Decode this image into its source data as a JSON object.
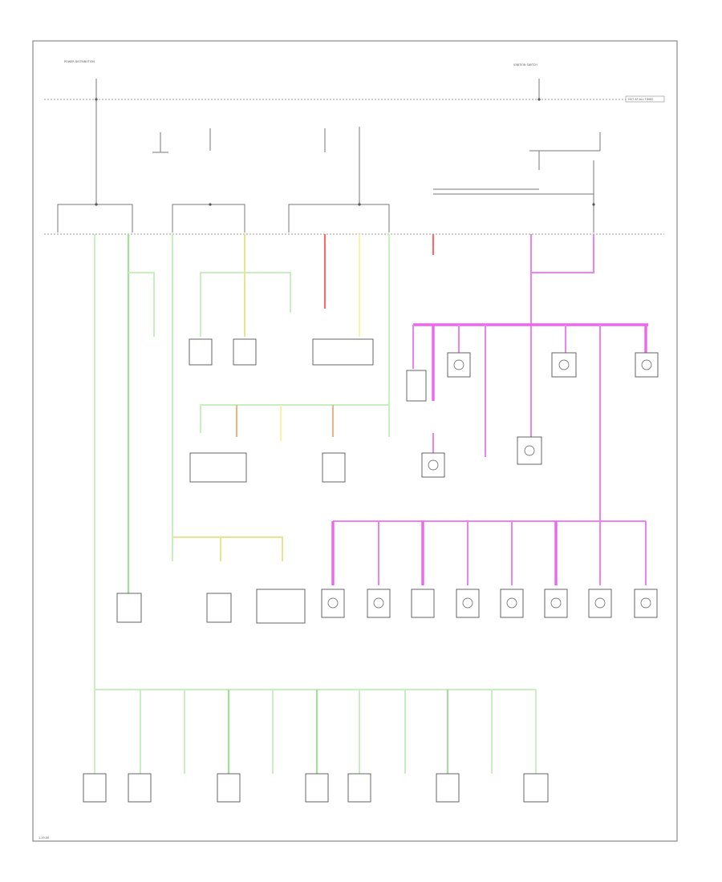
{
  "diagram": {
    "page_label": "1-19-00",
    "top_source_left": "POWER DISTRIBUTION",
    "top_source_right": "IGNITION SWITCH",
    "bus_label": "HOT AT ALL TIMES"
  }
}
